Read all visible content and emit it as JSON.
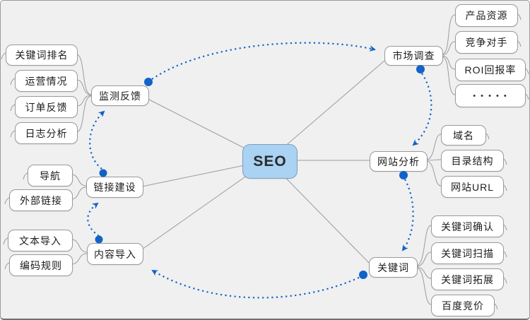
{
  "colors": {
    "background": "#f0f0f0",
    "node_fill": "#ffffff",
    "node_border": "#9a9a9a",
    "center_fill": "#a9d2f3",
    "center_border": "#7e9dbd",
    "connector_gray": "#9b9b9b",
    "flow_blue": "#1263c7",
    "text": "#1c1c1c"
  },
  "center": {
    "label": "SEO"
  },
  "branches": [
    {
      "label": "监测反馈",
      "children": [
        "关键词排名",
        "运营情况",
        "订单反馈",
        "日志分析"
      ]
    },
    {
      "label": "市场调查",
      "children": [
        "产品资源",
        "竞争对手",
        "ROI回报率",
        "•  •  •  •  •"
      ]
    },
    {
      "label": "网站分析",
      "children": [
        "域名",
        "目录结构",
        "网站URL"
      ]
    },
    {
      "label": "链接建设",
      "children": [
        "导航",
        "外部链接"
      ]
    },
    {
      "label": "内容导入",
      "children": [
        "文本导入",
        "编码规则"
      ]
    },
    {
      "label": "关键词",
      "children": [
        "关键词确认",
        "关键词扫描",
        "关键词拓展",
        "百度竞价"
      ]
    }
  ],
  "flows": [
    {
      "from": "内容导入",
      "to": "链接建设"
    },
    {
      "from": "链接建设",
      "to": "监测反馈"
    },
    {
      "from": "监测反馈",
      "to": "市场调查"
    },
    {
      "from": "市场调查",
      "to": "网站分析"
    },
    {
      "from": "网站分析",
      "to": "关键词"
    },
    {
      "from": "关键词",
      "to": "内容导入"
    }
  ]
}
